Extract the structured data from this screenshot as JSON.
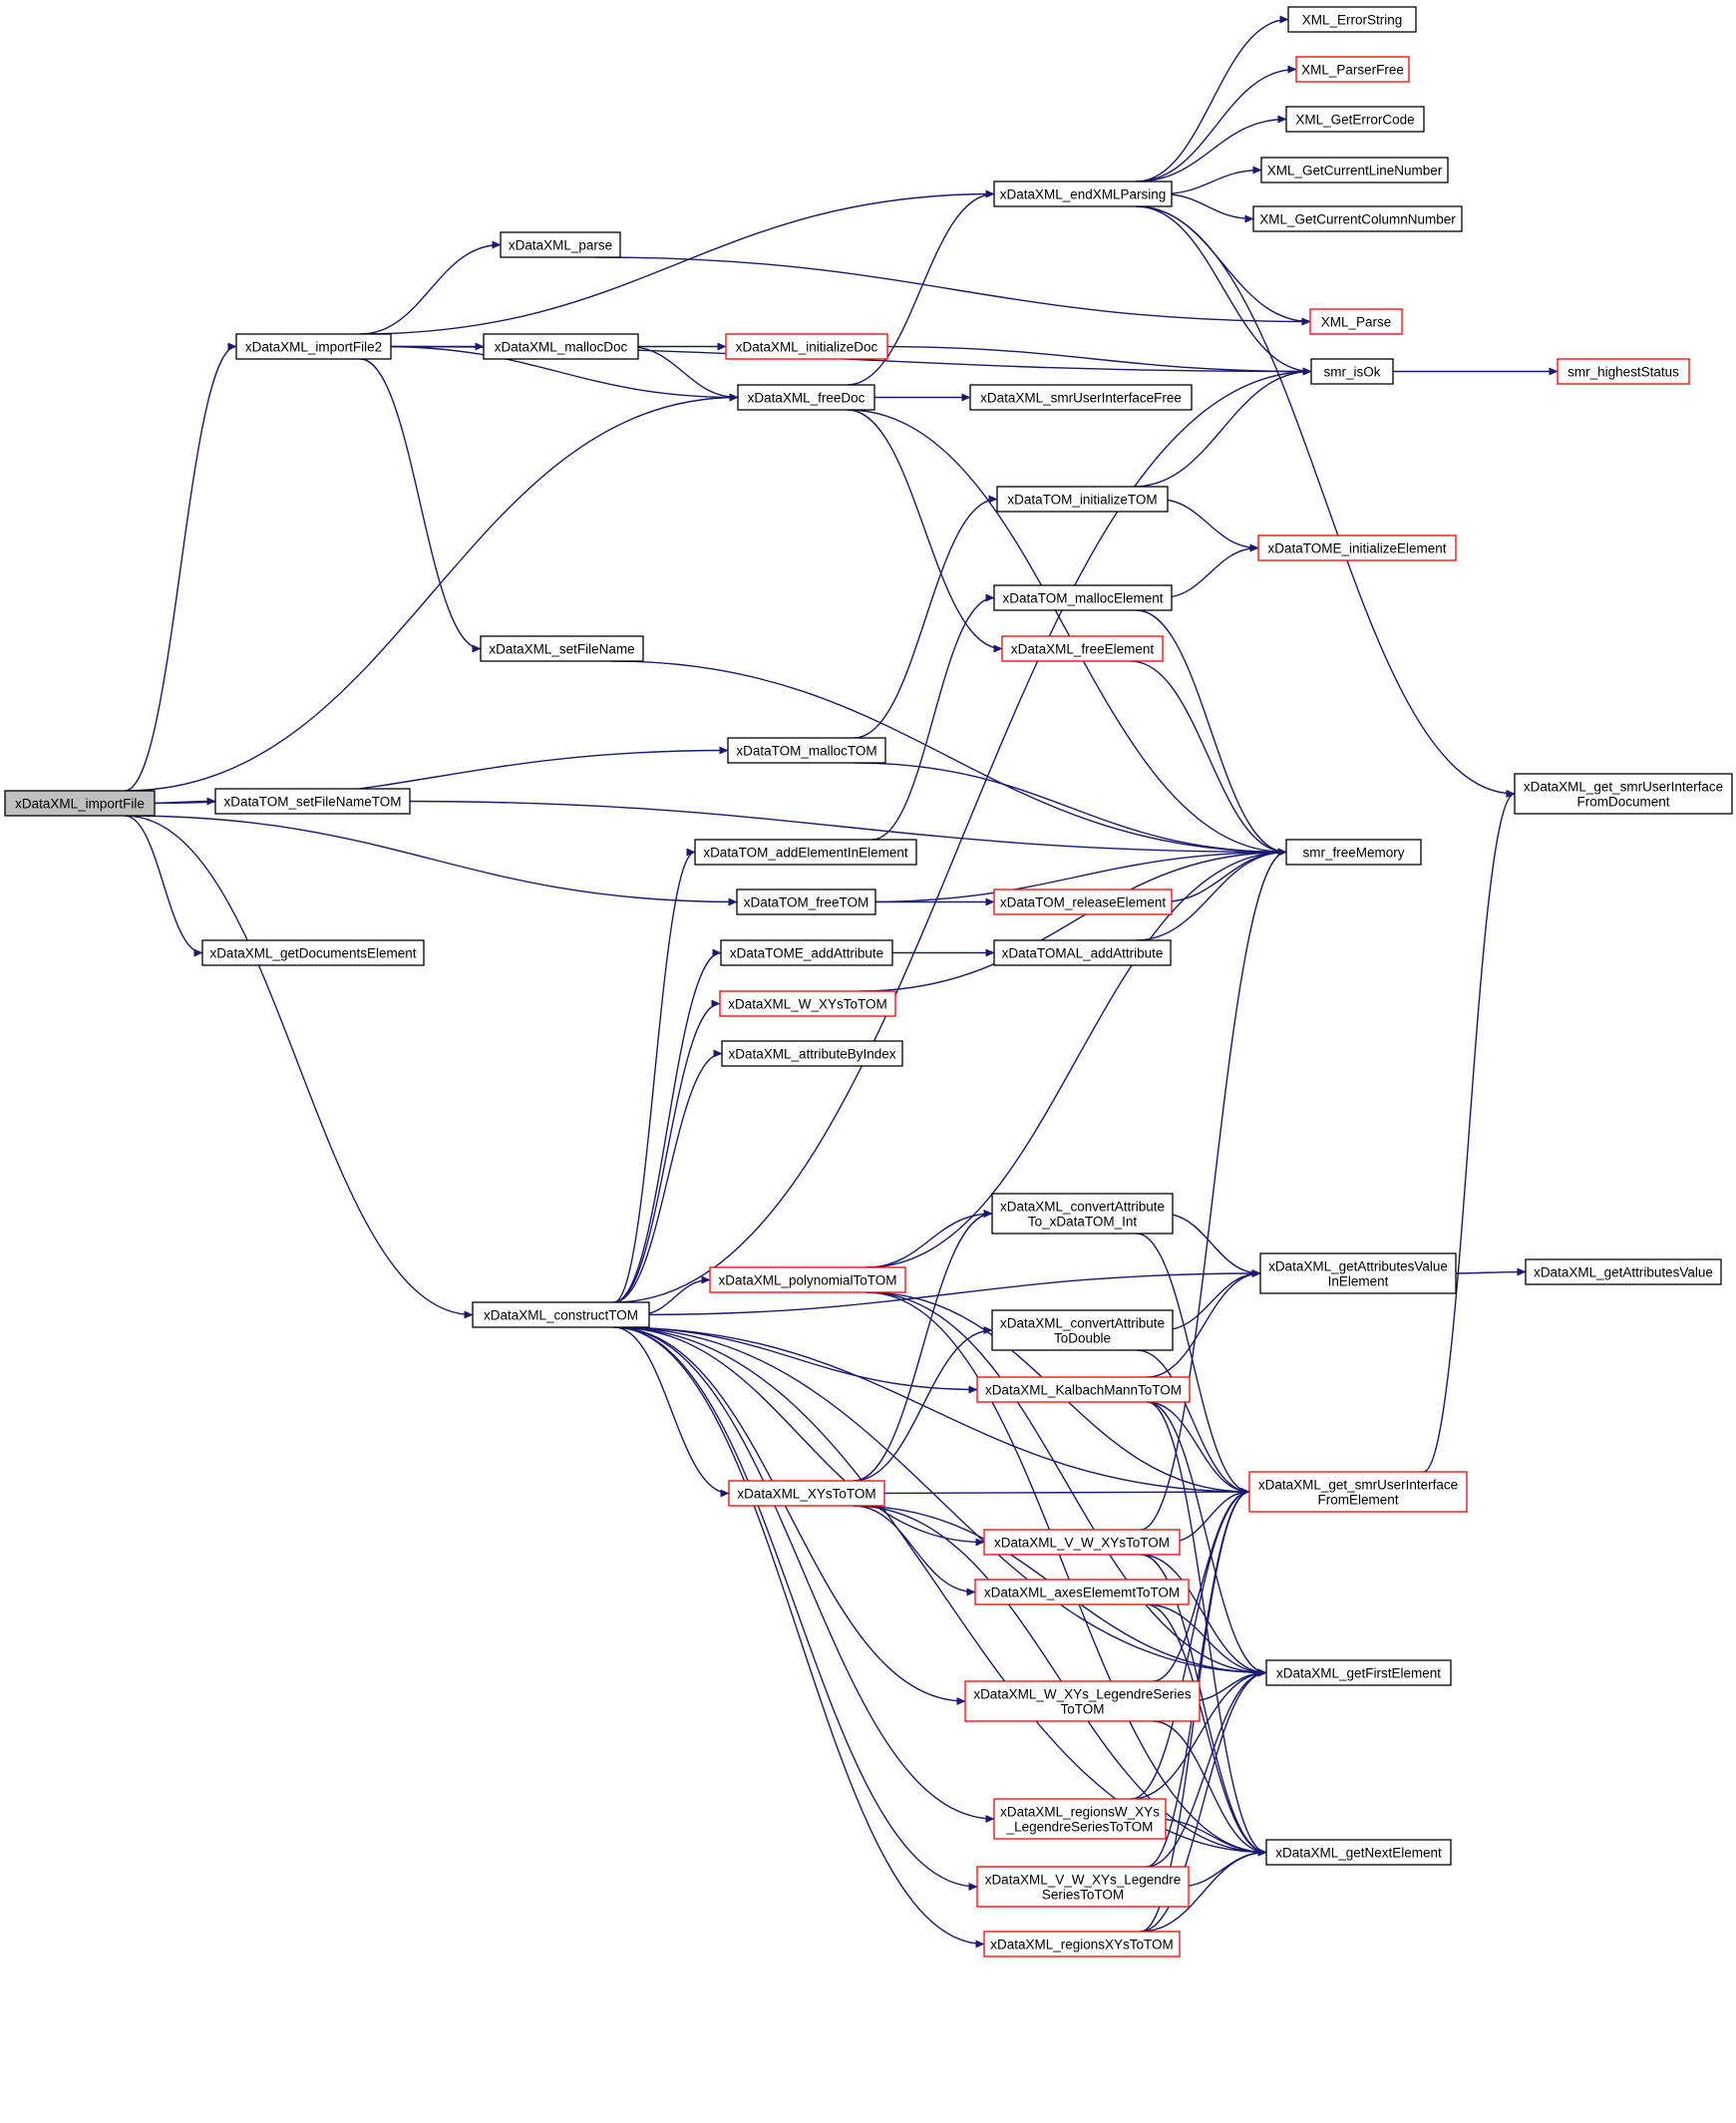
{
  "colors": {
    "edge": "#191970",
    "border_default": "#000000",
    "border_truncated": "#ff0000",
    "fill_default": "#ffffff",
    "fill_root": "#bfbfbf"
  },
  "nodes": [
    {
      "id": "importFile",
      "lines": [
        "xDataXML_importFile"
      ],
      "border": "black",
      "root": true
    },
    {
      "id": "importFile2",
      "lines": [
        "xDataXML_importFile2"
      ],
      "border": "black"
    },
    {
      "id": "parse",
      "lines": [
        "xDataXML_parse"
      ],
      "border": "black"
    },
    {
      "id": "mallocDoc",
      "lines": [
        "xDataXML_mallocDoc"
      ],
      "border": "black"
    },
    {
      "id": "initializeDoc",
      "lines": [
        "xDataXML_initializeDoc"
      ],
      "border": "red"
    },
    {
      "id": "freeDoc",
      "lines": [
        "xDataXML_freeDoc"
      ],
      "border": "black"
    },
    {
      "id": "smrUserInterfaceFree",
      "lines": [
        "xDataXML_smrUserInterfaceFree"
      ],
      "border": "black"
    },
    {
      "id": "endXMLParsing",
      "lines": [
        "xDataXML_endXMLParsing"
      ],
      "border": "black"
    },
    {
      "id": "XML_ErrorString",
      "lines": [
        "XML_ErrorString"
      ],
      "border": "black"
    },
    {
      "id": "XML_ParserFree",
      "lines": [
        "XML_ParserFree"
      ],
      "border": "red"
    },
    {
      "id": "XML_GetErrorCode",
      "lines": [
        "XML_GetErrorCode"
      ],
      "border": "black"
    },
    {
      "id": "XML_GetCurrentLineNumber",
      "lines": [
        "XML_GetCurrentLineNumber"
      ],
      "border": "black"
    },
    {
      "id": "XML_GetCurrentColumnNumber",
      "lines": [
        "XML_GetCurrentColumnNumber"
      ],
      "border": "black"
    },
    {
      "id": "XML_Parse",
      "lines": [
        "XML_Parse"
      ],
      "border": "red"
    },
    {
      "id": "smr_isOk",
      "lines": [
        "smr_isOk"
      ],
      "border": "black"
    },
    {
      "id": "smr_highestStatus",
      "lines": [
        "smr_highestStatus"
      ],
      "border": "red"
    },
    {
      "id": "initializeTOM",
      "lines": [
        "xDataTOM_initializeTOM"
      ],
      "border": "black"
    },
    {
      "id": "initializeElement",
      "lines": [
        "xDataTOME_initializeElement"
      ],
      "border": "red"
    },
    {
      "id": "mallocElement",
      "lines": [
        "xDataTOM_mallocElement"
      ],
      "border": "black"
    },
    {
      "id": "freeElement",
      "lines": [
        "xDataXML_freeElement"
      ],
      "border": "red"
    },
    {
      "id": "setFileName",
      "lines": [
        "xDataXML_setFileName"
      ],
      "border": "black"
    },
    {
      "id": "mallocTOM",
      "lines": [
        "xDataTOM_mallocTOM"
      ],
      "border": "black"
    },
    {
      "id": "setFileNameTOM",
      "lines": [
        "xDataTOM_setFileNameTOM"
      ],
      "border": "black"
    },
    {
      "id": "getDocumentsElement",
      "lines": [
        "xDataXML_getDocumentsElement"
      ],
      "border": "black"
    },
    {
      "id": "get_smrUI_FromDocument",
      "lines": [
        "xDataXML_get_smrUserInterface",
        "FromDocument"
      ],
      "border": "black"
    },
    {
      "id": "addElementInElement",
      "lines": [
        "xDataTOM_addElementInElement"
      ],
      "border": "black"
    },
    {
      "id": "smr_freeMemory",
      "lines": [
        "smr_freeMemory"
      ],
      "border": "black"
    },
    {
      "id": "freeTOM",
      "lines": [
        "xDataTOM_freeTOM"
      ],
      "border": "black"
    },
    {
      "id": "releaseElement",
      "lines": [
        "xDataTOM_releaseElement"
      ],
      "border": "red"
    },
    {
      "id": "TOME_addAttribute",
      "lines": [
        "xDataTOME_addAttribute"
      ],
      "border": "black"
    },
    {
      "id": "TOMAL_addAttribute",
      "lines": [
        "xDataTOMAL_addAttribute"
      ],
      "border": "black"
    },
    {
      "id": "W_XYsToTOM",
      "lines": [
        "xDataXML_W_XYsToTOM"
      ],
      "border": "red"
    },
    {
      "id": "attributeByIndex",
      "lines": [
        "xDataXML_attributeByIndex"
      ],
      "border": "black"
    },
    {
      "id": "convertAttrInt",
      "lines": [
        "xDataXML_convertAttribute",
        "To_xDataTOM_Int"
      ],
      "border": "black"
    },
    {
      "id": "polynomialToTOM",
      "lines": [
        "xDataXML_polynomialToTOM"
      ],
      "border": "red"
    },
    {
      "id": "getAttrValueInElement",
      "lines": [
        "xDataXML_getAttributesValue",
        "InElement"
      ],
      "border": "black"
    },
    {
      "id": "getAttributesValue",
      "lines": [
        "xDataXML_getAttributesValue"
      ],
      "border": "black"
    },
    {
      "id": "constructTOM",
      "lines": [
        "xDataXML_constructTOM"
      ],
      "border": "black"
    },
    {
      "id": "convertAttrDouble",
      "lines": [
        "xDataXML_convertAttribute",
        "ToDouble"
      ],
      "border": "black"
    },
    {
      "id": "KalbachMannToTOM",
      "lines": [
        "xDataXML_KalbachMannToTOM"
      ],
      "border": "red"
    },
    {
      "id": "get_smrUI_FromElement",
      "lines": [
        "xDataXML_get_smrUserInterface",
        "FromElement"
      ],
      "border": "red"
    },
    {
      "id": "XYsToTOM",
      "lines": [
        "xDataXML_XYsToTOM"
      ],
      "border": "red"
    },
    {
      "id": "V_W_XYsToTOM",
      "lines": [
        "xDataXML_V_W_XYsToTOM"
      ],
      "border": "red"
    },
    {
      "id": "axesElememtToTOM",
      "lines": [
        "xDataXML_axesElememtToTOM"
      ],
      "border": "red"
    },
    {
      "id": "getFirstElement",
      "lines": [
        "xDataXML_getFirstElement"
      ],
      "border": "black"
    },
    {
      "id": "W_XYs_Legendre",
      "lines": [
        "xDataXML_W_XYs_LegendreSeries",
        "ToTOM"
      ],
      "border": "red"
    },
    {
      "id": "regionsW_XYs_Legendre",
      "lines": [
        "xDataXML_regionsW_XYs",
        "_LegendreSeriesToTOM"
      ],
      "border": "red"
    },
    {
      "id": "getNextElement",
      "lines": [
        "xDataXML_getNextElement"
      ],
      "border": "black"
    },
    {
      "id": "V_W_XYs_Legendre",
      "lines": [
        "xDataXML_V_W_XYs_Legendre",
        "SeriesToTOM"
      ],
      "border": "red"
    },
    {
      "id": "regionsXYsToTOM",
      "lines": [
        "xDataXML_regionsXYsToTOM"
      ],
      "border": "red"
    }
  ],
  "edges": [
    [
      "importFile",
      "importFile2"
    ],
    [
      "importFile",
      "freeDoc"
    ],
    [
      "importFile",
      "mallocTOM"
    ],
    [
      "importFile",
      "setFileNameTOM"
    ],
    [
      "importFile",
      "freeTOM"
    ],
    [
      "importFile",
      "getDocumentsElement"
    ],
    [
      "importFile",
      "constructTOM"
    ],
    [
      "importFile2",
      "endXMLParsing"
    ],
    [
      "importFile2",
      "parse"
    ],
    [
      "importFile2",
      "smr_isOk"
    ],
    [
      "importFile2",
      "mallocDoc"
    ],
    [
      "importFile2",
      "freeDoc"
    ],
    [
      "importFile2",
      "setFileName"
    ],
    [
      "parse",
      "XML_Parse"
    ],
    [
      "mallocDoc",
      "initializeDoc"
    ],
    [
      "mallocDoc",
      "freeDoc"
    ],
    [
      "initializeDoc",
      "smr_isOk"
    ],
    [
      "freeDoc",
      "endXMLParsing"
    ],
    [
      "freeDoc",
      "smrUserInterfaceFree"
    ],
    [
      "freeDoc",
      "freeElement"
    ],
    [
      "freeDoc",
      "smr_freeMemory"
    ],
    [
      "endXMLParsing",
      "XML_ErrorString"
    ],
    [
      "endXMLParsing",
      "XML_ParserFree"
    ],
    [
      "endXMLParsing",
      "XML_GetErrorCode"
    ],
    [
      "endXMLParsing",
      "XML_GetCurrentLineNumber"
    ],
    [
      "endXMLParsing",
      "XML_GetCurrentColumnNumber"
    ],
    [
      "endXMLParsing",
      "XML_Parse"
    ],
    [
      "endXMLParsing",
      "smr_isOk"
    ],
    [
      "endXMLParsing",
      "get_smrUI_FromDocument"
    ],
    [
      "smr_isOk",
      "smr_highestStatus"
    ],
    [
      "initializeTOM",
      "smr_isOk"
    ],
    [
      "initializeTOM",
      "initializeElement"
    ],
    [
      "mallocElement",
      "initializeElement"
    ],
    [
      "mallocElement",
      "smr_freeMemory"
    ],
    [
      "freeElement",
      "smr_freeMemory"
    ],
    [
      "setFileName",
      "smr_freeMemory"
    ],
    [
      "mallocTOM",
      "initializeTOM"
    ],
    [
      "mallocTOM",
      "smr_freeMemory"
    ],
    [
      "setFileNameTOM",
      "smr_freeMemory"
    ],
    [
      "addElementInElement",
      "mallocElement"
    ],
    [
      "freeTOM",
      "releaseElement"
    ],
    [
      "freeTOM",
      "smr_freeMemory"
    ],
    [
      "releaseElement",
      "smr_freeMemory"
    ],
    [
      "TOME_addAttribute",
      "TOMAL_addAttribute"
    ],
    [
      "TOMAL_addAttribute",
      "smr_freeMemory"
    ],
    [
      "W_XYsToTOM",
      "smr_freeMemory"
    ],
    [
      "constructTOM",
      "smr_isOk"
    ],
    [
      "constructTOM",
      "addElementInElement"
    ],
    [
      "constructTOM",
      "TOME_addAttribute"
    ],
    [
      "constructTOM",
      "W_XYsToTOM"
    ],
    [
      "constructTOM",
      "attributeByIndex"
    ],
    [
      "constructTOM",
      "getAttrValueInElement"
    ],
    [
      "constructTOM",
      "get_smrUI_FromElement"
    ],
    [
      "constructTOM",
      "polynomialToTOM"
    ],
    [
      "constructTOM",
      "KalbachMannToTOM"
    ],
    [
      "constructTOM",
      "XYsToTOM"
    ],
    [
      "constructTOM",
      "V_W_XYsToTOM"
    ],
    [
      "constructTOM",
      "W_XYs_Legendre"
    ],
    [
      "constructTOM",
      "regionsW_XYs_Legendre"
    ],
    [
      "constructTOM",
      "V_W_XYs_Legendre"
    ],
    [
      "constructTOM",
      "regionsXYsToTOM"
    ],
    [
      "constructTOM",
      "getFirstElement"
    ],
    [
      "constructTOM",
      "getNextElement"
    ],
    [
      "polynomialToTOM",
      "convertAttrInt"
    ],
    [
      "polynomialToTOM",
      "smr_freeMemory"
    ],
    [
      "polynomialToTOM",
      "get_smrUI_FromElement"
    ],
    [
      "polynomialToTOM",
      "getFirstElement"
    ],
    [
      "polynomialToTOM",
      "getNextElement"
    ],
    [
      "convertAttrInt",
      "getAttrValueInElement"
    ],
    [
      "convertAttrInt",
      "get_smrUI_FromElement"
    ],
    [
      "convertAttrDouble",
      "getAttrValueInElement"
    ],
    [
      "convertAttrDouble",
      "get_smrUI_FromElement"
    ],
    [
      "getAttrValueInElement",
      "getAttributesValue"
    ],
    [
      "KalbachMannToTOM",
      "getAttrValueInElement"
    ],
    [
      "KalbachMannToTOM",
      "get_smrUI_FromElement"
    ],
    [
      "KalbachMannToTOM",
      "getFirstElement"
    ],
    [
      "KalbachMannToTOM",
      "getNextElement"
    ],
    [
      "XYsToTOM",
      "convertAttrInt"
    ],
    [
      "XYsToTOM",
      "convertAttrDouble"
    ],
    [
      "XYsToTOM",
      "get_smrUI_FromElement"
    ],
    [
      "XYsToTOM",
      "axesElememtToTOM"
    ],
    [
      "XYsToTOM",
      "getFirstElement"
    ],
    [
      "XYsToTOM",
      "getNextElement"
    ],
    [
      "V_W_XYsToTOM",
      "smr_freeMemory"
    ],
    [
      "V_W_XYsToTOM",
      "get_smrUI_FromElement"
    ],
    [
      "V_W_XYsToTOM",
      "getFirstElement"
    ],
    [
      "V_W_XYsToTOM",
      "getNextElement"
    ],
    [
      "axesElememtToTOM",
      "getFirstElement"
    ],
    [
      "axesElememtToTOM",
      "getNextElement"
    ],
    [
      "W_XYs_Legendre",
      "get_smrUI_FromElement"
    ],
    [
      "W_XYs_Legendre",
      "getFirstElement"
    ],
    [
      "W_XYs_Legendre",
      "getNextElement"
    ],
    [
      "regionsW_XYs_Legendre",
      "get_smrUI_FromElement"
    ],
    [
      "regionsW_XYs_Legendre",
      "getFirstElement"
    ],
    [
      "regionsW_XYs_Legendre",
      "getNextElement"
    ],
    [
      "V_W_XYs_Legendre",
      "get_smrUI_FromElement"
    ],
    [
      "V_W_XYs_Legendre",
      "getFirstElement"
    ],
    [
      "V_W_XYs_Legendre",
      "getNextElement"
    ],
    [
      "regionsXYsToTOM",
      "get_smrUI_FromElement"
    ],
    [
      "regionsXYsToTOM",
      "getFirstElement"
    ],
    [
      "regionsXYsToTOM",
      "getNextElement"
    ],
    [
      "get_smrUI_FromElement",
      "get_smrUI_FromDocument"
    ]
  ]
}
